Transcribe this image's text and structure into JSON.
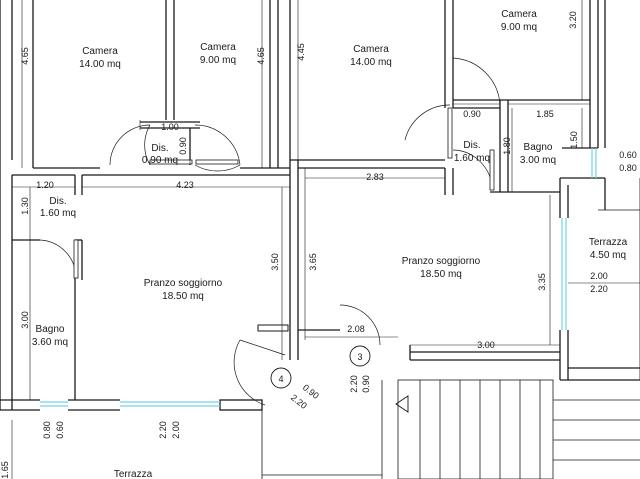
{
  "rooms": {
    "camera_a": {
      "name": "Camera",
      "area": "14.00 mq"
    },
    "camera_b": {
      "name": "Camera",
      "area": "9.00 mq"
    },
    "camera_c": {
      "name": "Camera",
      "area": "14.00 mq"
    },
    "camera_d": {
      "name": "Camera",
      "area": "9.00 mq"
    },
    "dis_a": {
      "name": "Dis.",
      "area": "0.90 mq"
    },
    "dis_b": {
      "name": "Dis.",
      "area": "1.60 mq"
    },
    "dis_c": {
      "name": "Dis.",
      "area": "1.60 mq"
    },
    "bagno_a": {
      "name": "Bagno",
      "area": "3.60 mq"
    },
    "bagno_b": {
      "name": "Bagno",
      "area": "3.00 mq"
    },
    "pranzo_a": {
      "name": "Pranzo soggiorno",
      "area": "18.50 mq"
    },
    "pranzo_b": {
      "name": "Pranzo soggiorno",
      "area": "18.50 mq"
    },
    "terrazza_a": {
      "name": "Terrazza",
      "area": "4.50 mq"
    },
    "terrazza_b": {
      "name": "Terrazza"
    }
  },
  "dims": {
    "d465a": "4.65",
    "d465b": "4.65",
    "d445": "4.45",
    "d320": "3.20",
    "d100": "1.00",
    "d090v": "0.90",
    "d090": "0.90",
    "d185": "1.85",
    "d180": "1.80",
    "d150": "1.50",
    "d060r": "0.60",
    "d080r": "0.80",
    "d120": "1.20",
    "d423": "4.23",
    "d283": "2.83",
    "d130": "1.30",
    "d350": "3.50",
    "d365": "3.65",
    "d335": "3.35",
    "d200r": "2.00",
    "d220r": "2.20",
    "d300a": "3.00",
    "d208": "2.08",
    "d300b": "3.00",
    "d060b": "0.60",
    "d080b": "0.80",
    "d200b": "2.00",
    "d220b": "2.20",
    "d090s": "0.90",
    "d220s": "2.20",
    "d090t": "0.90",
    "d220t": "2.20",
    "d165": "1.65"
  },
  "markers": {
    "m3": "3",
    "m4": "4"
  }
}
